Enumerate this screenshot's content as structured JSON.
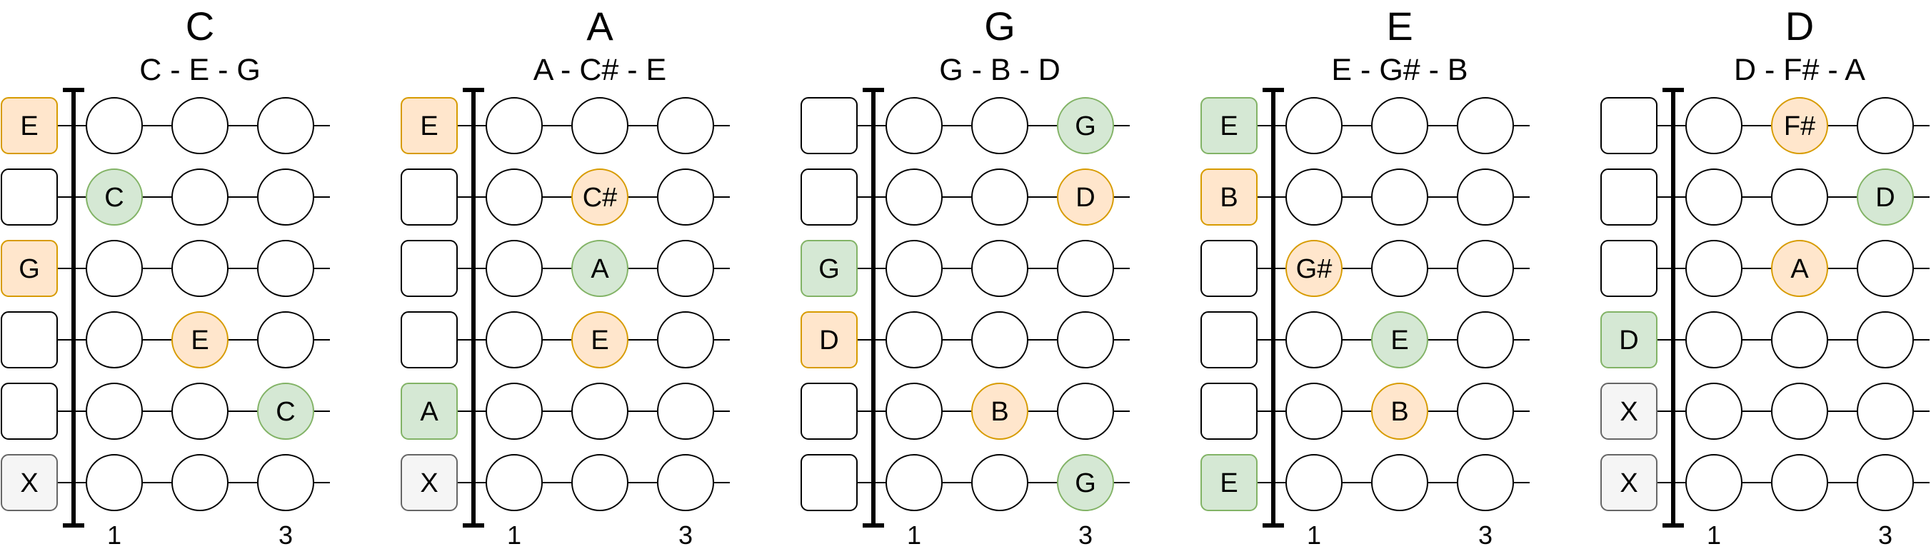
{
  "colors": {
    "green_fill": "#d5e8d4",
    "green_stroke": "#82b366",
    "orange_fill": "#ffe6cc",
    "orange_stroke": "#d79b00",
    "muted_fill": "#f5f5f5",
    "muted_stroke": "#666666",
    "empty_fill": "#ffffff",
    "empty_stroke": "#000000"
  },
  "fret_labels": [
    "1",
    "3"
  ],
  "chords": [
    {
      "name": "C",
      "notes": "C - E - G",
      "open": [
        {
          "label": "E",
          "style": "orange"
        },
        {
          "label": "",
          "style": "empty"
        },
        {
          "label": "G",
          "style": "orange"
        },
        {
          "label": "",
          "style": "empty"
        },
        {
          "label": "",
          "style": "empty"
        },
        {
          "label": "X",
          "style": "muted"
        }
      ],
      "fretted": [
        [
          {
            "label": "",
            "style": "empty"
          },
          {
            "label": "",
            "style": "empty"
          },
          {
            "label": "",
            "style": "empty"
          }
        ],
        [
          {
            "label": "C",
            "style": "green"
          },
          {
            "label": "",
            "style": "empty"
          },
          {
            "label": "",
            "style": "empty"
          }
        ],
        [
          {
            "label": "",
            "style": "empty"
          },
          {
            "label": "",
            "style": "empty"
          },
          {
            "label": "",
            "style": "empty"
          }
        ],
        [
          {
            "label": "",
            "style": "empty"
          },
          {
            "label": "E",
            "style": "orange"
          },
          {
            "label": "",
            "style": "empty"
          }
        ],
        [
          {
            "label": "",
            "style": "empty"
          },
          {
            "label": "",
            "style": "empty"
          },
          {
            "label": "C",
            "style": "green"
          }
        ],
        [
          {
            "label": "",
            "style": "empty"
          },
          {
            "label": "",
            "style": "empty"
          },
          {
            "label": "",
            "style": "empty"
          }
        ]
      ]
    },
    {
      "name": "A",
      "notes": "A - C# - E",
      "open": [
        {
          "label": "E",
          "style": "orange"
        },
        {
          "label": "",
          "style": "empty"
        },
        {
          "label": "",
          "style": "empty"
        },
        {
          "label": "",
          "style": "empty"
        },
        {
          "label": "A",
          "style": "green"
        },
        {
          "label": "X",
          "style": "muted"
        }
      ],
      "fretted": [
        [
          {
            "label": "",
            "style": "empty"
          },
          {
            "label": "",
            "style": "empty"
          },
          {
            "label": "",
            "style": "empty"
          }
        ],
        [
          {
            "label": "",
            "style": "empty"
          },
          {
            "label": "C#",
            "style": "orange"
          },
          {
            "label": "",
            "style": "empty"
          }
        ],
        [
          {
            "label": "",
            "style": "empty"
          },
          {
            "label": "A",
            "style": "green"
          },
          {
            "label": "",
            "style": "empty"
          }
        ],
        [
          {
            "label": "",
            "style": "empty"
          },
          {
            "label": "E",
            "style": "orange"
          },
          {
            "label": "",
            "style": "empty"
          }
        ],
        [
          {
            "label": "",
            "style": "empty"
          },
          {
            "label": "",
            "style": "empty"
          },
          {
            "label": "",
            "style": "empty"
          }
        ],
        [
          {
            "label": "",
            "style": "empty"
          },
          {
            "label": "",
            "style": "empty"
          },
          {
            "label": "",
            "style": "empty"
          }
        ]
      ]
    },
    {
      "name": "G",
      "notes": "G - B - D",
      "open": [
        {
          "label": "",
          "style": "empty"
        },
        {
          "label": "",
          "style": "empty"
        },
        {
          "label": "G",
          "style": "green"
        },
        {
          "label": "D",
          "style": "orange"
        },
        {
          "label": "",
          "style": "empty"
        },
        {
          "label": "",
          "style": "empty"
        }
      ],
      "fretted": [
        [
          {
            "label": "",
            "style": "empty"
          },
          {
            "label": "",
            "style": "empty"
          },
          {
            "label": "G",
            "style": "green"
          }
        ],
        [
          {
            "label": "",
            "style": "empty"
          },
          {
            "label": "",
            "style": "empty"
          },
          {
            "label": "D",
            "style": "orange"
          }
        ],
        [
          {
            "label": "",
            "style": "empty"
          },
          {
            "label": "",
            "style": "empty"
          },
          {
            "label": "",
            "style": "empty"
          }
        ],
        [
          {
            "label": "",
            "style": "empty"
          },
          {
            "label": "",
            "style": "empty"
          },
          {
            "label": "",
            "style": "empty"
          }
        ],
        [
          {
            "label": "",
            "style": "empty"
          },
          {
            "label": "B",
            "style": "orange"
          },
          {
            "label": "",
            "style": "empty"
          }
        ],
        [
          {
            "label": "",
            "style": "empty"
          },
          {
            "label": "",
            "style": "empty"
          },
          {
            "label": "G",
            "style": "green"
          }
        ]
      ]
    },
    {
      "name": "E",
      "notes": "E - G# - B",
      "open": [
        {
          "label": "E",
          "style": "green"
        },
        {
          "label": "B",
          "style": "orange"
        },
        {
          "label": "",
          "style": "empty"
        },
        {
          "label": "",
          "style": "empty"
        },
        {
          "label": "",
          "style": "empty"
        },
        {
          "label": "E",
          "style": "green"
        }
      ],
      "fretted": [
        [
          {
            "label": "",
            "style": "empty"
          },
          {
            "label": "",
            "style": "empty"
          },
          {
            "label": "",
            "style": "empty"
          }
        ],
        [
          {
            "label": "",
            "style": "empty"
          },
          {
            "label": "",
            "style": "empty"
          },
          {
            "label": "",
            "style": "empty"
          }
        ],
        [
          {
            "label": "G#",
            "style": "orange"
          },
          {
            "label": "",
            "style": "empty"
          },
          {
            "label": "",
            "style": "empty"
          }
        ],
        [
          {
            "label": "",
            "style": "empty"
          },
          {
            "label": "E",
            "style": "green"
          },
          {
            "label": "",
            "style": "empty"
          }
        ],
        [
          {
            "label": "",
            "style": "empty"
          },
          {
            "label": "B",
            "style": "orange"
          },
          {
            "label": "",
            "style": "empty"
          }
        ],
        [
          {
            "label": "",
            "style": "empty"
          },
          {
            "label": "",
            "style": "empty"
          },
          {
            "label": "",
            "style": "empty"
          }
        ]
      ]
    },
    {
      "name": "D",
      "notes": "D - F# - A",
      "open": [
        {
          "label": "",
          "style": "empty"
        },
        {
          "label": "",
          "style": "empty"
        },
        {
          "label": "",
          "style": "empty"
        },
        {
          "label": "D",
          "style": "green"
        },
        {
          "label": "X",
          "style": "muted"
        },
        {
          "label": "X",
          "style": "muted"
        }
      ],
      "fretted": [
        [
          {
            "label": "",
            "style": "empty"
          },
          {
            "label": "F#",
            "style": "orange"
          },
          {
            "label": "",
            "style": "empty"
          }
        ],
        [
          {
            "label": "",
            "style": "empty"
          },
          {
            "label": "",
            "style": "empty"
          },
          {
            "label": "D",
            "style": "green"
          }
        ],
        [
          {
            "label": "",
            "style": "empty"
          },
          {
            "label": "A",
            "style": "orange"
          },
          {
            "label": "",
            "style": "empty"
          }
        ],
        [
          {
            "label": "",
            "style": "empty"
          },
          {
            "label": "",
            "style": "empty"
          },
          {
            "label": "",
            "style": "empty"
          }
        ],
        [
          {
            "label": "",
            "style": "empty"
          },
          {
            "label": "",
            "style": "empty"
          },
          {
            "label": "",
            "style": "empty"
          }
        ],
        [
          {
            "label": "",
            "style": "empty"
          },
          {
            "label": "",
            "style": "empty"
          },
          {
            "label": "",
            "style": "empty"
          }
        ]
      ]
    }
  ]
}
